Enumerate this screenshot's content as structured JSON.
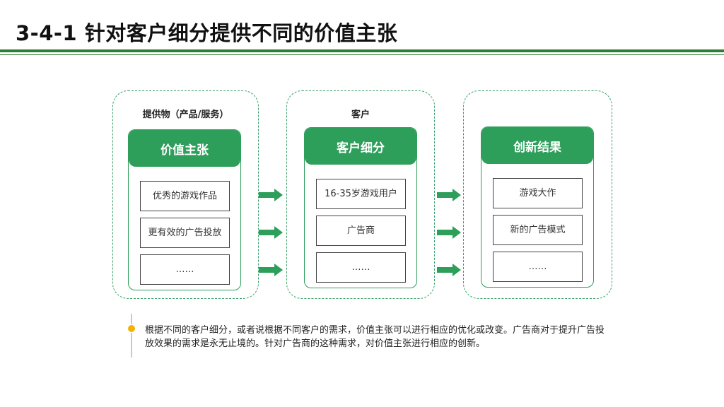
{
  "header": {
    "title": "3-4-1 针对客户细分提供不同的价值主张"
  },
  "panels": [
    {
      "label": "提供物（产品/服务）",
      "card_title": "价值主张",
      "items": [
        "优秀的游戏作品",
        "更有效的广告投放",
        "……"
      ]
    },
    {
      "label": "客户",
      "card_title": "客户细分",
      "items": [
        "16-35岁游戏用户",
        "广告商",
        "……"
      ]
    },
    {
      "label": "",
      "card_title": "创新结果",
      "items": [
        "游戏大作",
        "新的广告模式",
        "……"
      ]
    }
  ],
  "note": {
    "text": "根据不同的客户细分，或者说根据不同客户的需求，价值主张可以进行相应的优化或改变。广告商对于提升广告投放效果的需求是永无止境的。针对广告商的这种需求，对价值主张进行相应的创新。"
  },
  "colors": {
    "accent": "#2e9e5b",
    "rule": "#2e7d32",
    "dot": "#f5b301"
  },
  "icons": {
    "arrow": "right-arrow-icon",
    "bullet": "bullet-dot-icon"
  }
}
